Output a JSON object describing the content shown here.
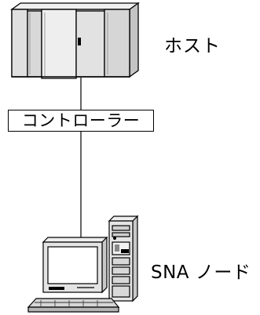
{
  "diagram": {
    "host": {
      "label": "ホスト",
      "icon": "mainframe-icon"
    },
    "controller": {
      "label": "コントローラー"
    },
    "sna_node": {
      "label": "SNA ノード",
      "icon": "workstation-icon"
    },
    "colors": {
      "line": "#000000",
      "cabinet_light": "#e8e8e8",
      "cabinet_mid": "#d0d0d0",
      "cabinet_dark": "#b8b8b8",
      "screen": "#ffffff"
    }
  }
}
